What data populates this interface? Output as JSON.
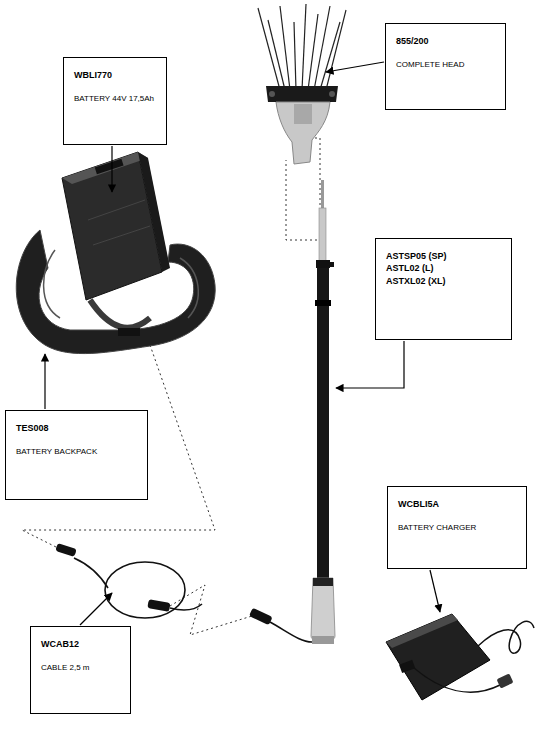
{
  "diagram": {
    "nodes": [
      {
        "text": [
          "WBLI770",
          "BATTERY 44V 17,5Ah"
        ]
      },
      {
        "text": [
          "855/200",
          "COMPLETE HEAD"
        ]
      },
      {
        "text": [
          "ASTSP05 (SP)",
          "ASTL02 (L)",
          "ASTXL02 (XL)"
        ]
      },
      {
        "text": [
          "TES008",
          "BATTERY BACKPACK"
        ]
      },
      {
        "text": [
          "WCBLI5A",
          "BATTERY CHARGER"
        ]
      },
      {
        "text": [
          "WCAB12",
          "CABLE 2,5 m"
        ]
      }
    ]
  }
}
